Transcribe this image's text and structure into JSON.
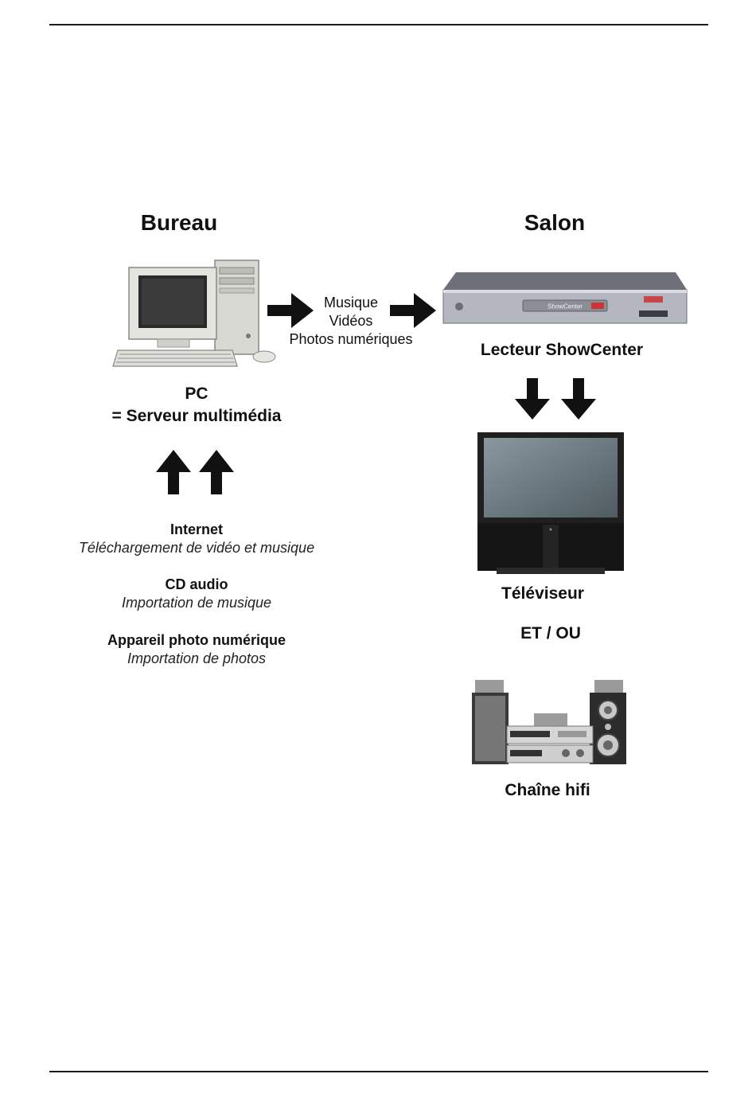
{
  "headings": {
    "left": "Bureau",
    "right": "Salon"
  },
  "pc": {
    "line1": "PC",
    "line2": "= Serveur multimédia"
  },
  "flow_labels": [
    "Musique",
    "Vidéos",
    "Photos numériques"
  ],
  "showcenter": {
    "caption": "Lecteur ShowCenter",
    "brand_text": "ShowCenter"
  },
  "sources": [
    {
      "title": "Internet",
      "subtitle": "Téléchargement de vidéo et musique"
    },
    {
      "title": "CD audio",
      "subtitle": "Importation de musique"
    },
    {
      "title": "Appareil photo numérique",
      "subtitle": "Importation de photos"
    }
  ],
  "tv": {
    "caption": "Téléviseur"
  },
  "connector": "ET / OU",
  "hifi": {
    "caption": "Chaîne hifi"
  },
  "icons": [
    "computer-icon",
    "media-player-icon",
    "television-icon",
    "hifi-system-icon",
    "arrow-right-icon",
    "arrow-down-icon",
    "arrow-up-icon"
  ]
}
